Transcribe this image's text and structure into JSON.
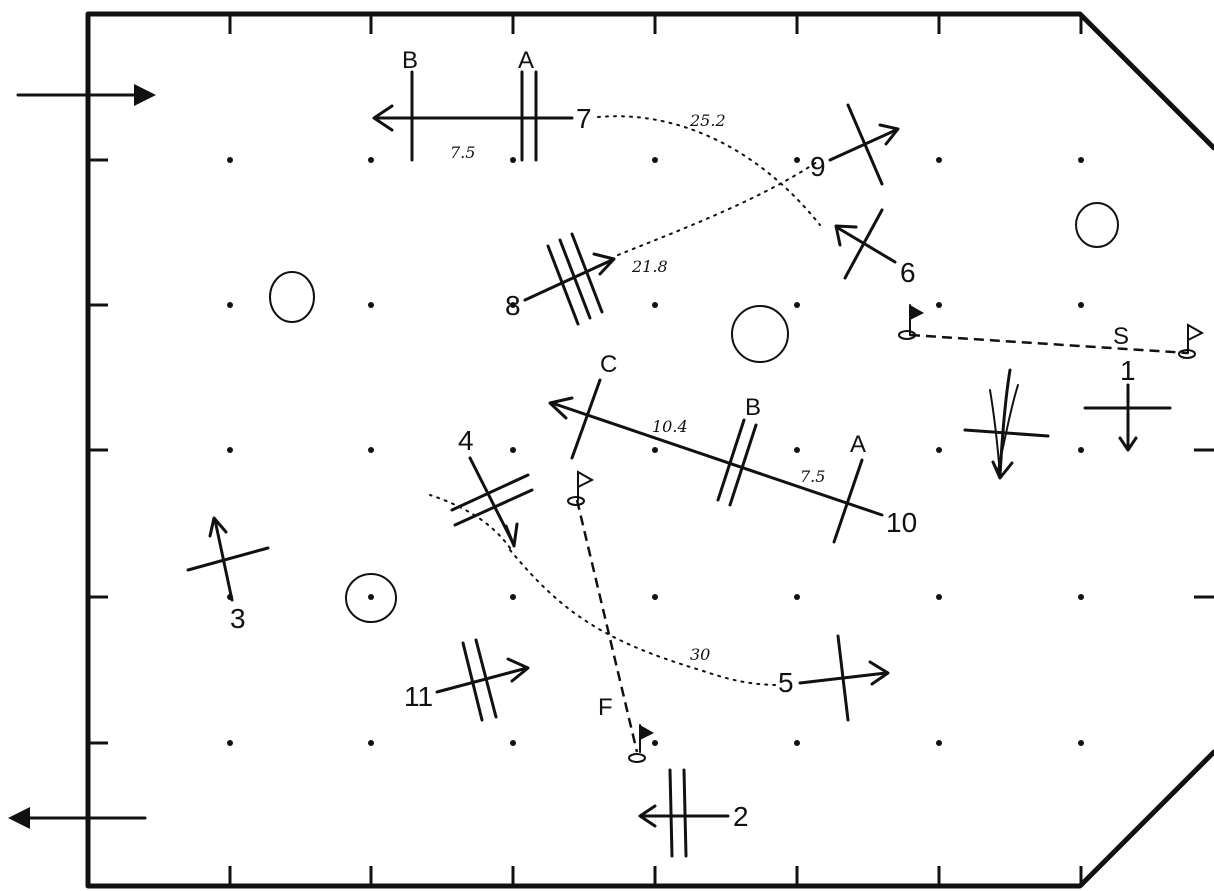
{
  "course": {
    "start_label": "S",
    "finish_label": "F",
    "gates": [
      {
        "id": "1",
        "label": "1"
      },
      {
        "id": "2",
        "label": "2"
      },
      {
        "id": "3",
        "label": "3"
      },
      {
        "id": "4",
        "label": "4"
      },
      {
        "id": "5",
        "label": "5"
      },
      {
        "id": "6",
        "label": "6"
      },
      {
        "id": "7",
        "label": "7"
      },
      {
        "id": "8",
        "label": "8"
      },
      {
        "id": "9",
        "label": "9"
      },
      {
        "id": "10",
        "label": "10"
      },
      {
        "id": "11",
        "label": "11"
      }
    ],
    "gate10_letters": [
      "A",
      "B",
      "C"
    ],
    "gate7_letters": [
      "A",
      "B"
    ],
    "distances": {
      "gate10_ab": "7.5",
      "gate10_bc": "10.4",
      "gate7_ab": "7.5",
      "line_7_6": "25.2",
      "line_8_9": "21.8",
      "line_4_5": "30"
    }
  }
}
